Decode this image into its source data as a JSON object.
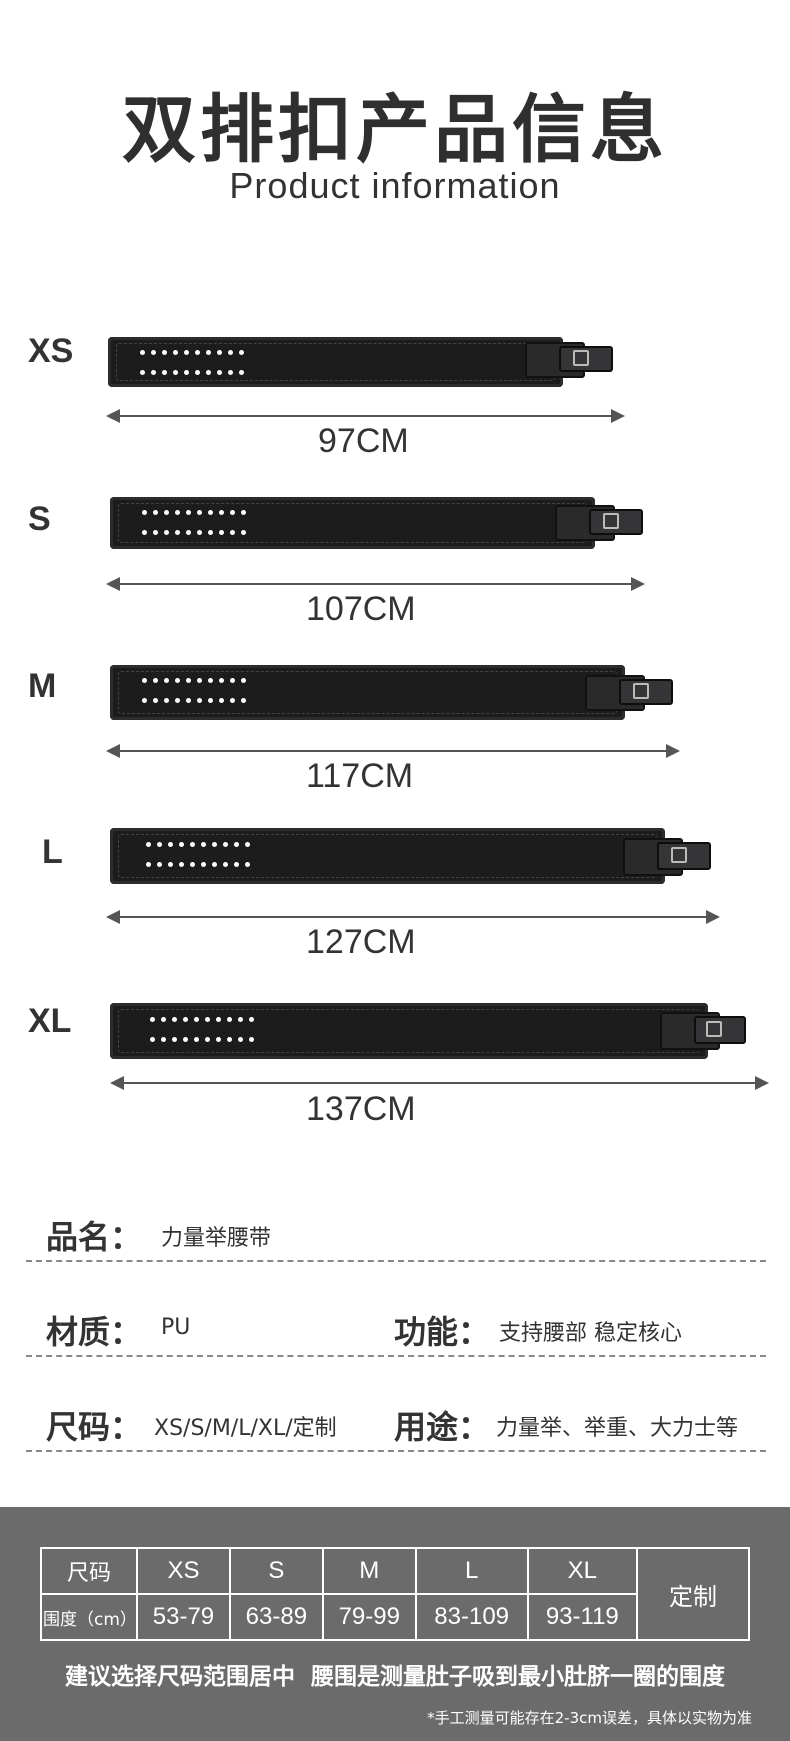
{
  "header": {
    "title": "双排扣产品信息",
    "subtitle": "Product information"
  },
  "belts": [
    {
      "size": "XS",
      "length": "97CM"
    },
    {
      "size": "S",
      "length": "107CM"
    },
    {
      "size": "M",
      "length": "117CM"
    },
    {
      "size": "L",
      "length": "127CM"
    },
    {
      "size": "XL",
      "length": "137CM"
    }
  ],
  "specs": {
    "name_key": "品名：",
    "name_val": "力量举腰带",
    "material_key": "材质：",
    "material_val": "PU",
    "function_key": "功能：",
    "function_val": "支持腰部 稳定核心",
    "size_key": "尺码：",
    "size_val": "XS/S/M/L/XL/定制",
    "use_key": "用途：",
    "use_val": "力量举、举重、大力士等"
  },
  "size_table": {
    "header_label": "尺码",
    "sizes": [
      "XS",
      "S",
      "M",
      "L",
      "XL"
    ],
    "custom_label": "定制",
    "row_label": "围度（cm）",
    "ranges": [
      "53-79",
      "63-89",
      "79-99",
      "83-109",
      "93-119"
    ]
  },
  "advice": "建议选择尺码范围居中  腰围是测量肚子吸到最小肚脐一圈的围度",
  "note": "*手工测量可能存在2-3cm误差，具体以实物为准",
  "colors": {
    "belt": "#1c1c1d",
    "bottom_panel": "#6b6b6b",
    "text": "#333333"
  }
}
